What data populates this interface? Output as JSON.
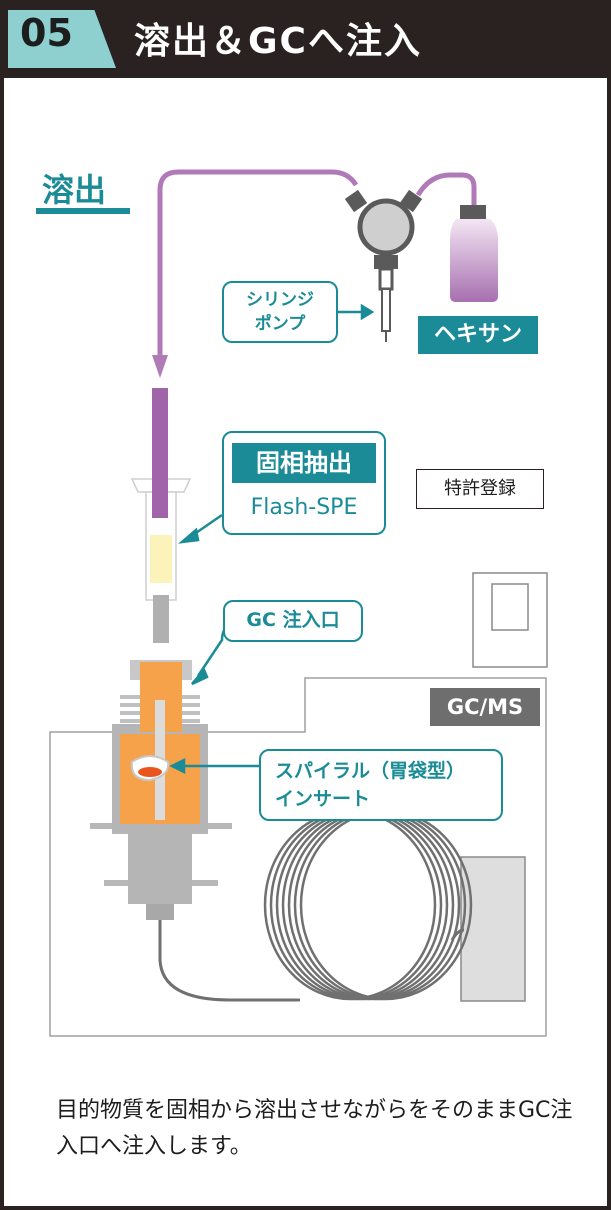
{
  "header": {
    "step_number": "05",
    "title": "溶出＆GCへ注入"
  },
  "section": {
    "label": "溶出"
  },
  "labels": {
    "syringe_pump": "シリンジ\nポンプ",
    "hexane": "ヘキサン",
    "spe_title": "固相抽出",
    "spe_subtitle": "Flash-SPE",
    "patent": "特許登録",
    "gc_inlet": "GC 注入口",
    "gcms": "GC/MS",
    "spiral_insert": "スパイラル（胃袋型）\nインサート"
  },
  "caption": {
    "text": "目的物質を固相から溶出させながらをそのままGC注入口へ注入します。"
  },
  "colors": {
    "accent_teal": "#1b8c97",
    "tube_purple": "#b07ab8",
    "heater_orange": "#f5a24a",
    "header_dark": "#2a2221",
    "badge_teal": "#8ecfcf"
  }
}
